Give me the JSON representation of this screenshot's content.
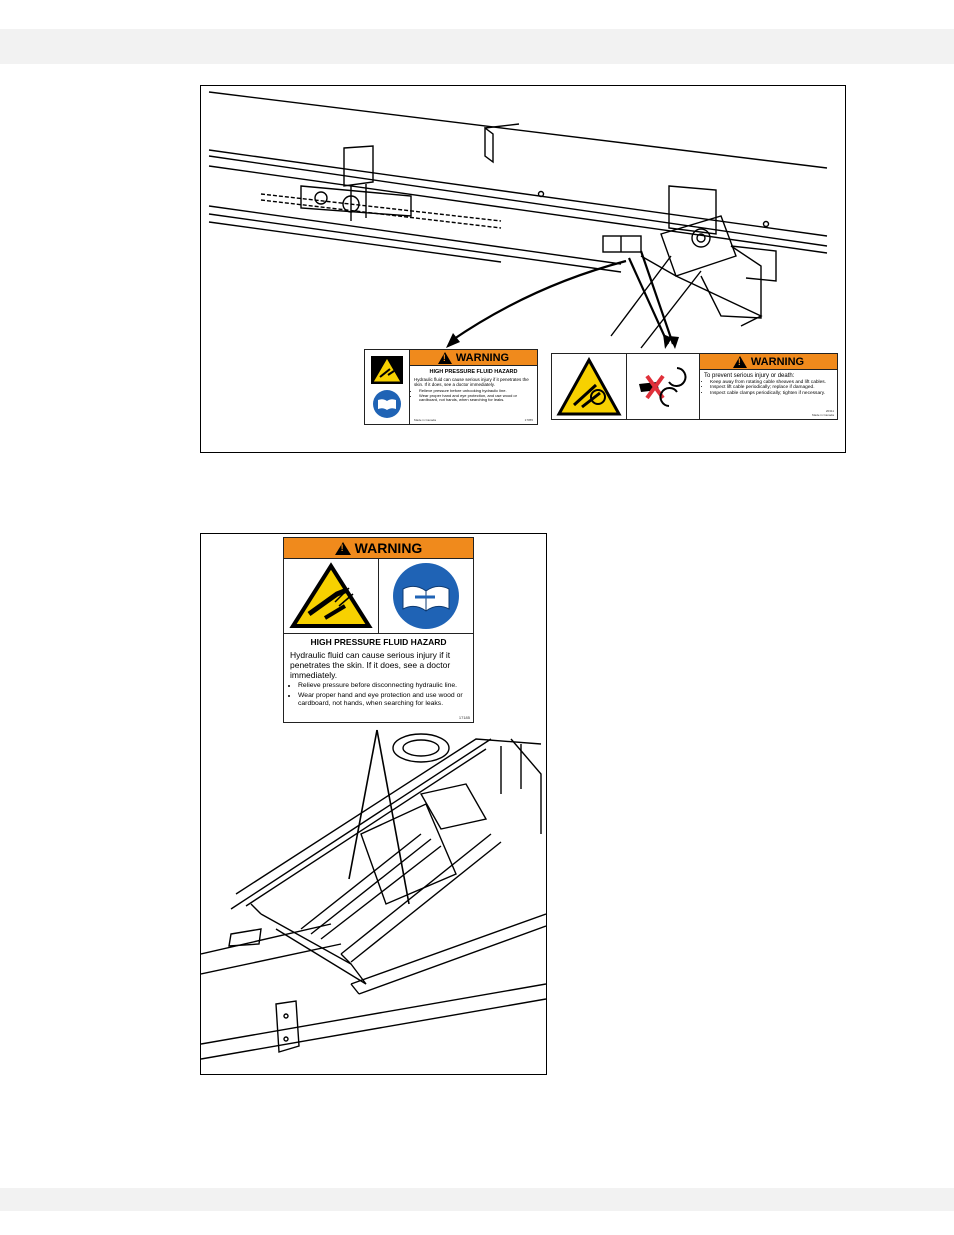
{
  "figure_top": {
    "decal_small": {
      "heading": "WARNING",
      "hazard_title": "HIGH PRESSURE FLUID HAZARD",
      "intro": "Hydraulic fluid can cause serious injury if it penetrates the skin. If it does, see a doctor immediately.",
      "bullets": [
        "Relieve pressure before unhooking hydraulic line.",
        "Wear proper hand and eye protection, and use wood or cardboard, not hands, when searching for leaks."
      ],
      "footer_left": "Made in Canada",
      "footer_right": "17055"
    },
    "decal_cable": {
      "heading": "WARNING",
      "intro": "To prevent serious injury or death:",
      "bullets": [
        "Keep away from rotating cable sheaves and lift cables.",
        "Inspect lift cable periodically; replace if damaged.",
        "Inspect cable clamps periodically; tighten if necessary."
      ],
      "footer_code": "20311",
      "footer_origin": "Made in Canada"
    }
  },
  "figure_bottom": {
    "decal_large": {
      "heading": "WARNING",
      "hazard_title": "HIGH PRESSURE FLUID HAZARD",
      "intro": "Hydraulic fluid can cause serious injury if it penetrates the skin. If it does, see a doctor immediately.",
      "bullets": [
        "Relieve pressure before disconnecting hydraulic line.",
        "Wear proper hand and eye protection and use wood or cardboard, not hands, when searching for leaks."
      ],
      "footer_code": "17185"
    }
  },
  "icons": [
    "warning-triangle-icon",
    "hand-injection-hazard-icon",
    "read-manual-icon",
    "cable-entanglement-hazard-icon",
    "no-hands-near-sheave-icon"
  ],
  "colors": {
    "warning_orange": "#f08a1c",
    "hazard_yellow": "#f7d100",
    "mandatory_blue": "#1f63b5",
    "page_band": "#f2f2f2"
  }
}
